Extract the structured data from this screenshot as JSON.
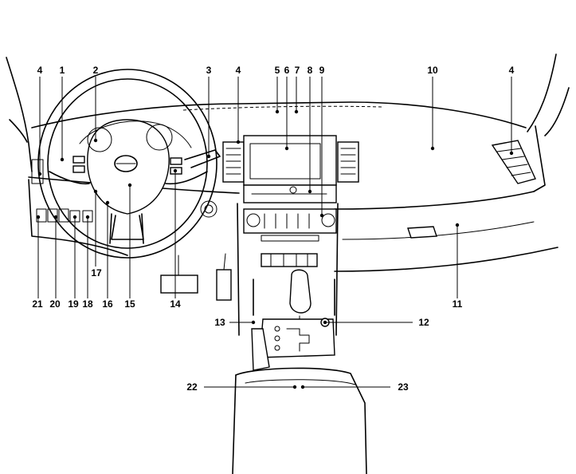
{
  "callouts": [
    {
      "id": "1",
      "label": "1"
    },
    {
      "id": "2",
      "label": "2"
    },
    {
      "id": "3",
      "label": "3"
    },
    {
      "id": "4a",
      "label": "4"
    },
    {
      "id": "4b",
      "label": "4"
    },
    {
      "id": "4c",
      "label": "4"
    },
    {
      "id": "5",
      "label": "5"
    },
    {
      "id": "6",
      "label": "6"
    },
    {
      "id": "7",
      "label": "7"
    },
    {
      "id": "8",
      "label": "8"
    },
    {
      "id": "9",
      "label": "9"
    },
    {
      "id": "10",
      "label": "10"
    },
    {
      "id": "11",
      "label": "11"
    },
    {
      "id": "12",
      "label": "12"
    },
    {
      "id": "13",
      "label": "13"
    },
    {
      "id": "14",
      "label": "14"
    },
    {
      "id": "15",
      "label": "15"
    },
    {
      "id": "16",
      "label": "16"
    },
    {
      "id": "17",
      "label": "17"
    },
    {
      "id": "18",
      "label": "18"
    },
    {
      "id": "19",
      "label": "19"
    },
    {
      "id": "20",
      "label": "20"
    },
    {
      "id": "21",
      "label": "21"
    },
    {
      "id": "22",
      "label": "22"
    },
    {
      "id": "23",
      "label": "23"
    }
  ],
  "colors": {
    "line": "#000000",
    "background": "#ffffff"
  }
}
